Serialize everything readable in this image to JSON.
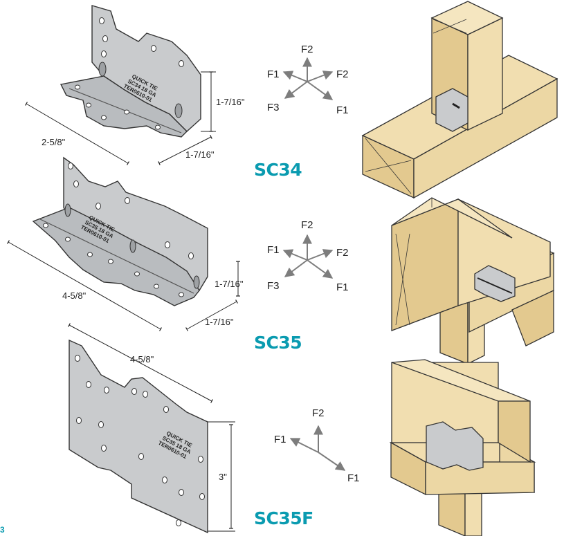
{
  "colors": {
    "steel": "#c9cbcd",
    "steel_dark": "#a9acaf",
    "wood": "#f1deb0",
    "wood_side": "#e3c98f",
    "wood_dark": "#d8ba7d",
    "model_label": "#0a9bb0",
    "arrow": "#7d7d7d"
  },
  "page_number": "3",
  "connectors": [
    {
      "model": "SC34",
      "stamp": [
        "QUICK TIE",
        "SC34 18 GA",
        "TER0610-01"
      ],
      "dims": [
        "2-5/8\"",
        "1-7/16\"",
        "1-7/16\""
      ],
      "forces": [
        "F2",
        "F1",
        "F2",
        "F3",
        "F1"
      ]
    },
    {
      "model": "SC35",
      "stamp": [
        "QUICK TIE",
        "SC35 18 GA",
        "TER0610-01"
      ],
      "dims": [
        "4-5/8\"",
        "1-7/16\"",
        "1-7/16\""
      ],
      "forces": [
        "F2",
        "F1",
        "F2",
        "F3",
        "F1"
      ]
    },
    {
      "model": "SC35F",
      "stamp": [
        "QUICK TIE",
        "SC35 18 GA",
        "TER0610-01"
      ],
      "dims": [
        "4-5/8\"",
        "3\""
      ],
      "forces": [
        "F2",
        "F1",
        "F1"
      ]
    }
  ]
}
